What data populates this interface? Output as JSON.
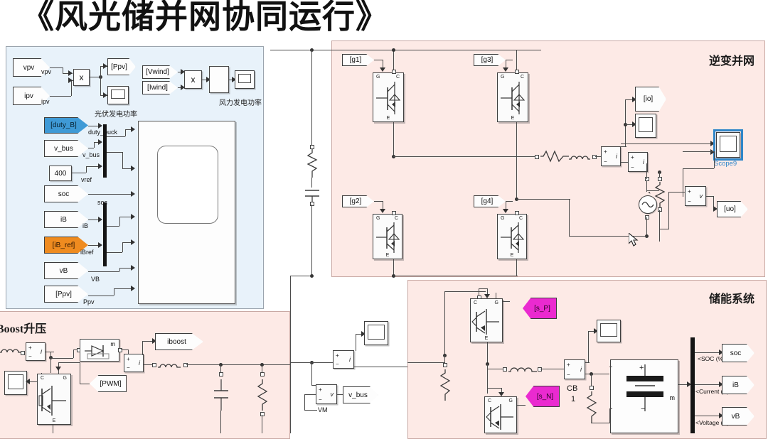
{
  "title": "《风光储并网协同运行》",
  "panels": {
    "pv": {
      "name": "pv-wind-power-panel",
      "color": "#e8f2fa"
    },
    "inverter": {
      "label": "逆变并网",
      "color": "#fdeae6"
    },
    "boost": {
      "label": "Boost升压",
      "color": "#fdeae6"
    },
    "storage": {
      "label": "储能系统",
      "color": "#fdeae6"
    }
  },
  "pv_section": {
    "from_vpv": "vpv",
    "from_ipv": "ipv",
    "sig_vpv": "vpv",
    "sig_ipv": "ipv",
    "product": "x",
    "goto_ppv": "[Ppv]",
    "caption": "光伏发电功率"
  },
  "wind_section": {
    "from_vwind": "[Vwind]",
    "from_iwind": "[Iwind]",
    "product": "x",
    "caption": "风力发电功率"
  },
  "controller": {
    "inputs": [
      {
        "tag": "[duty_B]",
        "signal": "duty_buck",
        "color": "blue"
      },
      {
        "tag": "v_bus",
        "signal": "v_bus",
        "color": "white"
      },
      {
        "tag": "400",
        "signal": "vref",
        "color": "const"
      },
      {
        "tag": "soc",
        "signal": "soc",
        "color": "white"
      },
      {
        "tag": "iB",
        "signal": "iB",
        "color": "white"
      },
      {
        "tag": "[iB_ref]",
        "signal": "iBref",
        "color": "orange"
      },
      {
        "tag": "vB",
        "signal": "VB",
        "color": "white"
      },
      {
        "tag": "[Ppv]",
        "signal": "Ppv",
        "color": "white"
      }
    ]
  },
  "inverter": {
    "gates": [
      "[g1]",
      "[g3]",
      "[g2]",
      "[g4]"
    ],
    "goto_io": "[io]",
    "goto_uo": "[uo]",
    "scope_label": "Scope9",
    "igbt_ports": {
      "g": "G",
      "c": "C",
      "e": "E"
    }
  },
  "boost": {
    "goto_iboost": "iboost",
    "from_pwm": "[PWM]",
    "diode_port": "m",
    "igbt_ports": {
      "g": "G",
      "c": "C",
      "e": "E"
    }
  },
  "bus": {
    "vm_label": "VM",
    "goto_vbus": "v_bus",
    "cb_label": "CB"
  },
  "storage": {
    "from_sp": "[s_P]",
    "from_sn": "[s_N]",
    "cb_label": "CB",
    "cb_number": "1",
    "battery_port": "m",
    "bus_signals": [
      "<SOC (%)>",
      "<Current (A)>",
      "<Voltage (V)>"
    ],
    "gotos": [
      "soc",
      "iB",
      "vB"
    ],
    "igbt_ports": {
      "g": "G",
      "c": "C",
      "e": "E"
    }
  },
  "colors": {
    "panel_blue": "#e8f2fa",
    "panel_pink": "#fdeae6",
    "tag_blue": "#3f9ad6",
    "tag_orange": "#ef8b1f",
    "tag_magenta": "#ea2ad0",
    "selection": "#2f86c9"
  }
}
